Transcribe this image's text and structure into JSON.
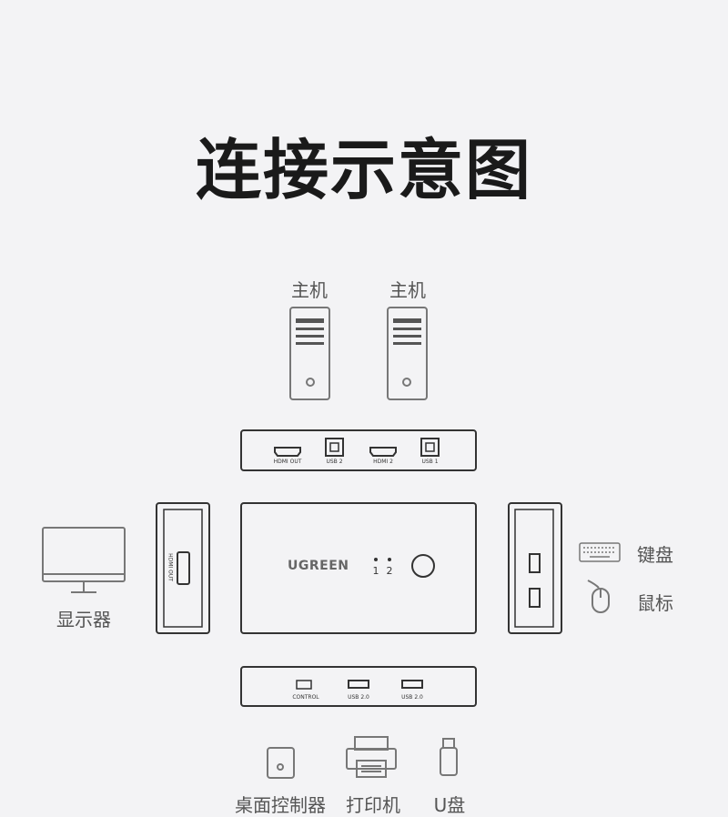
{
  "title": "连接示意图",
  "hosts": [
    {
      "label": "主机"
    },
    {
      "label": "主机"
    }
  ],
  "top_panel": {
    "ports": [
      "HDMI OUT",
      "USB 2",
      "HDMI 2",
      "USB 1"
    ]
  },
  "switch": {
    "brand": "UGREEN",
    "indicators": [
      "1",
      "2"
    ]
  },
  "left_panel": {
    "port": "HDMI OUT"
  },
  "right_panel": {
    "ports": [
      "",
      ""
    ]
  },
  "bottom_panel": {
    "ports": [
      "CONTROL",
      "USB 2.0",
      "USB 2.0"
    ]
  },
  "peripherals": {
    "monitor": "显示器",
    "keyboard": "键盘",
    "mouse": "鼠标",
    "desktop_controller": "桌面控制器",
    "printer": "打印机",
    "usb_drive": "U盘"
  }
}
